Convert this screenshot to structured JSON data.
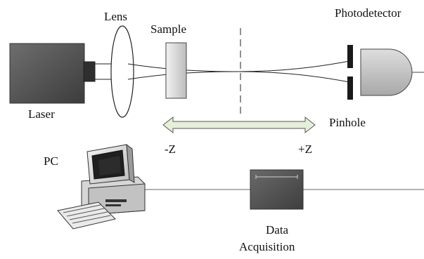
{
  "labels": {
    "laser": "Laser",
    "lens": "Lens",
    "sample": "Sample",
    "photodetector": "Photodetector",
    "pinhole": "Pinhole",
    "minus_z": "-Z",
    "plus_z": "+Z",
    "pc": "PC",
    "data_acquisition_line1": "Data",
    "data_acquisition_line2": "Acquisition"
  },
  "colors": {
    "laser_body": "#5a5a5a",
    "sample": "#dcdcdc",
    "lens": "#ffffff",
    "arrow_fill": "#e6efd9",
    "pinhole": "#1a1a1a",
    "detector": "#c8c8c8",
    "daq_box": "#555555"
  },
  "icons": {
    "computer": "desktop-computer-icon"
  }
}
